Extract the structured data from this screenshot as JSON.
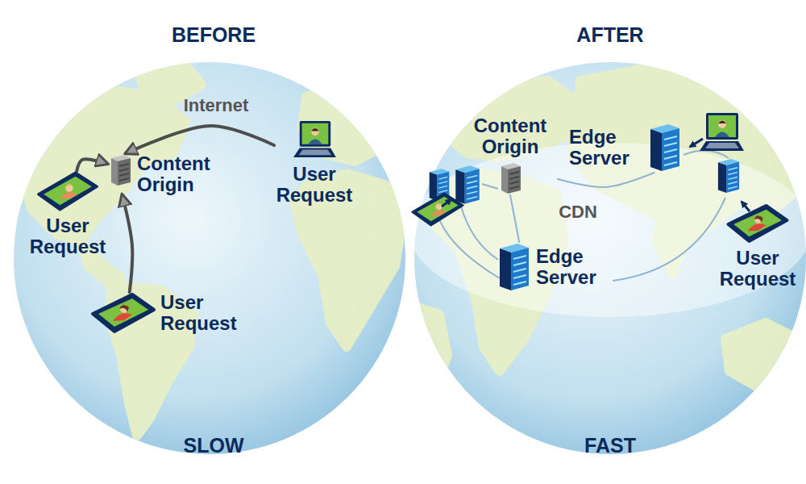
{
  "diagram": {
    "nodes": [
      {
        "text": [
          "Content Origin"
        ]
      },
      {
        "text": [
          "User Request"
        ]
      },
      {
        "text": [
          "User Request"
        ]
      },
      {
        "text": [
          "User Request"
        ]
      },
      {
        "text": [
          "Content Origin"
        ]
      },
      {
        "text": [
          "Edge Server"
        ]
      },
      {
        "text": [
          "Edge Server"
        ]
      },
      {
        "text": [
          "User Request"
        ]
      }
    ],
    "edges": [
      {
        "from": 2,
        "to": 0,
        "arrow": "to",
        "label": "Internet"
      },
      {
        "from": 1,
        "to": 0,
        "arrow": "to"
      },
      {
        "from": 3,
        "to": 0,
        "arrow": "to"
      },
      {
        "from": 4,
        "to": 5,
        "arrow": "none"
      },
      {
        "from": 4,
        "to": 6,
        "arrow": "none"
      }
    ],
    "labels": [
      "BEFORE",
      "AFTER",
      "CDN",
      "SLOW",
      "FAST"
    ]
  }
}
